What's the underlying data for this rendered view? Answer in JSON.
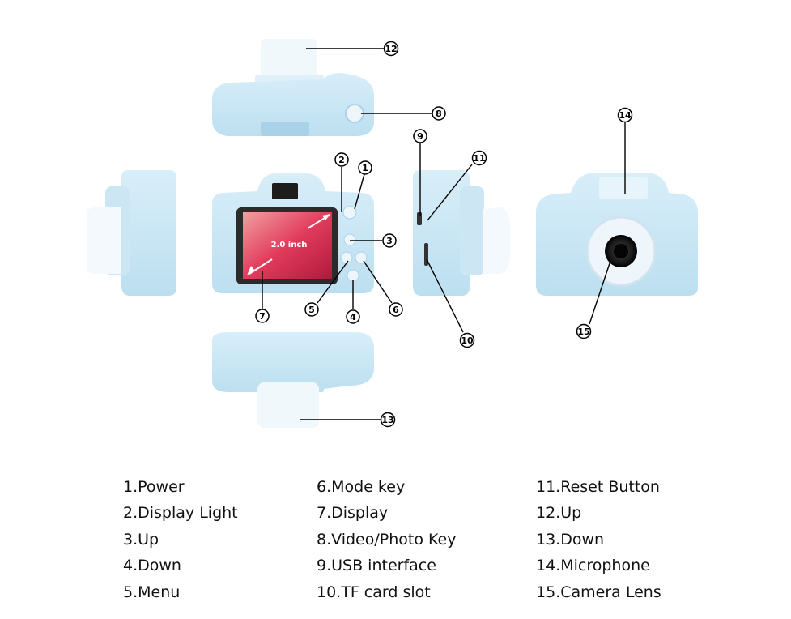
{
  "diagram": {
    "screen_label": "2.0 inch",
    "callouts": [
      "1",
      "2",
      "3",
      "4",
      "5",
      "6",
      "7",
      "8",
      "9",
      "10",
      "11",
      "12",
      "13",
      "14",
      "15"
    ]
  },
  "legend": {
    "columns": [
      [
        "1.Power",
        "2.Display Light",
        "3.Up",
        "4.Down",
        "5.Menu"
      ],
      [
        "6.Mode key",
        "7.Display",
        "8.Video/Photo Key",
        "9.USB interface",
        "10.TF card slot"
      ],
      [
        "11.Reset Button",
        "12.Up",
        "13.Down",
        "14.Microphone",
        "15.Camera Lens"
      ]
    ]
  },
  "colors": {
    "body": "#cfe8f5",
    "body_shade": "#a9d2e8",
    "cap": "#eef6fb",
    "screen_frame": "#2b2b2b",
    "screen_glass": "#e04060",
    "lens": "#222222",
    "line": "#000000"
  }
}
